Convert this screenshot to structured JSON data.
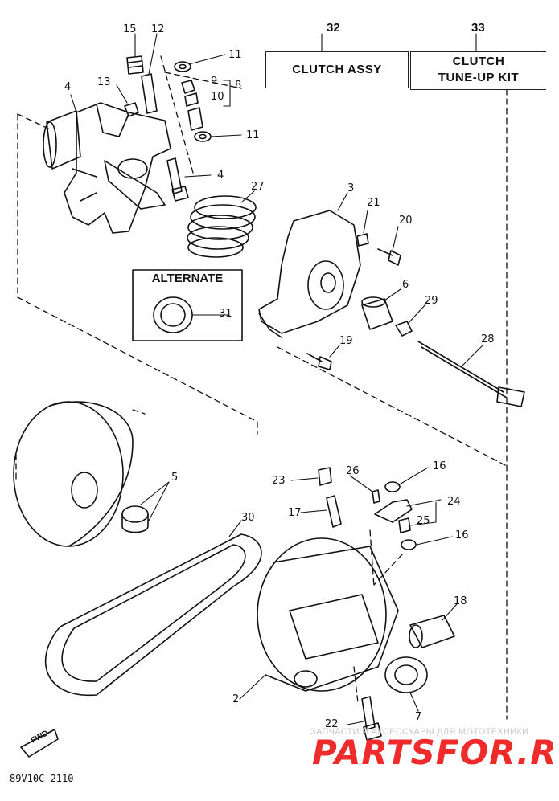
{
  "header": {
    "assy_number": "32",
    "assy_label": "CLUTCH ASSY",
    "kit_number": "33",
    "kit_label_line1": "CLUTCH",
    "kit_label_line2": "TUNE-UP KIT"
  },
  "alternate_label": "ALTERNATE",
  "part_numbers": {
    "p15": "15",
    "p12": "12",
    "p11a": "11",
    "p9": "9",
    "p8": "8",
    "p10": "10",
    "p13": "13",
    "p4a": "4",
    "p11b": "11",
    "p4b": "4",
    "p27": "27",
    "p3": "3",
    "p21": "21",
    "p20": "20",
    "p6": "6",
    "p29": "29",
    "p31": "31",
    "p19": "19",
    "p28": "28",
    "p5": "5",
    "p23": "23",
    "p26": "26",
    "p16a": "16",
    "p24": "24",
    "p17": "17",
    "p25": "25",
    "p16b": "16",
    "p30": "30",
    "p18": "18",
    "p2": "2",
    "p22": "22",
    "p7": "7"
  },
  "fwd_label": "FWD",
  "drawing_code": "89V10C-2110",
  "watermark": {
    "caption": "ЗАПЧАСТИ И АКСЕССУАРЫ ДЛЯ МОТОТЕХНИКИ",
    "brand": "PARTSFOR.RU"
  }
}
